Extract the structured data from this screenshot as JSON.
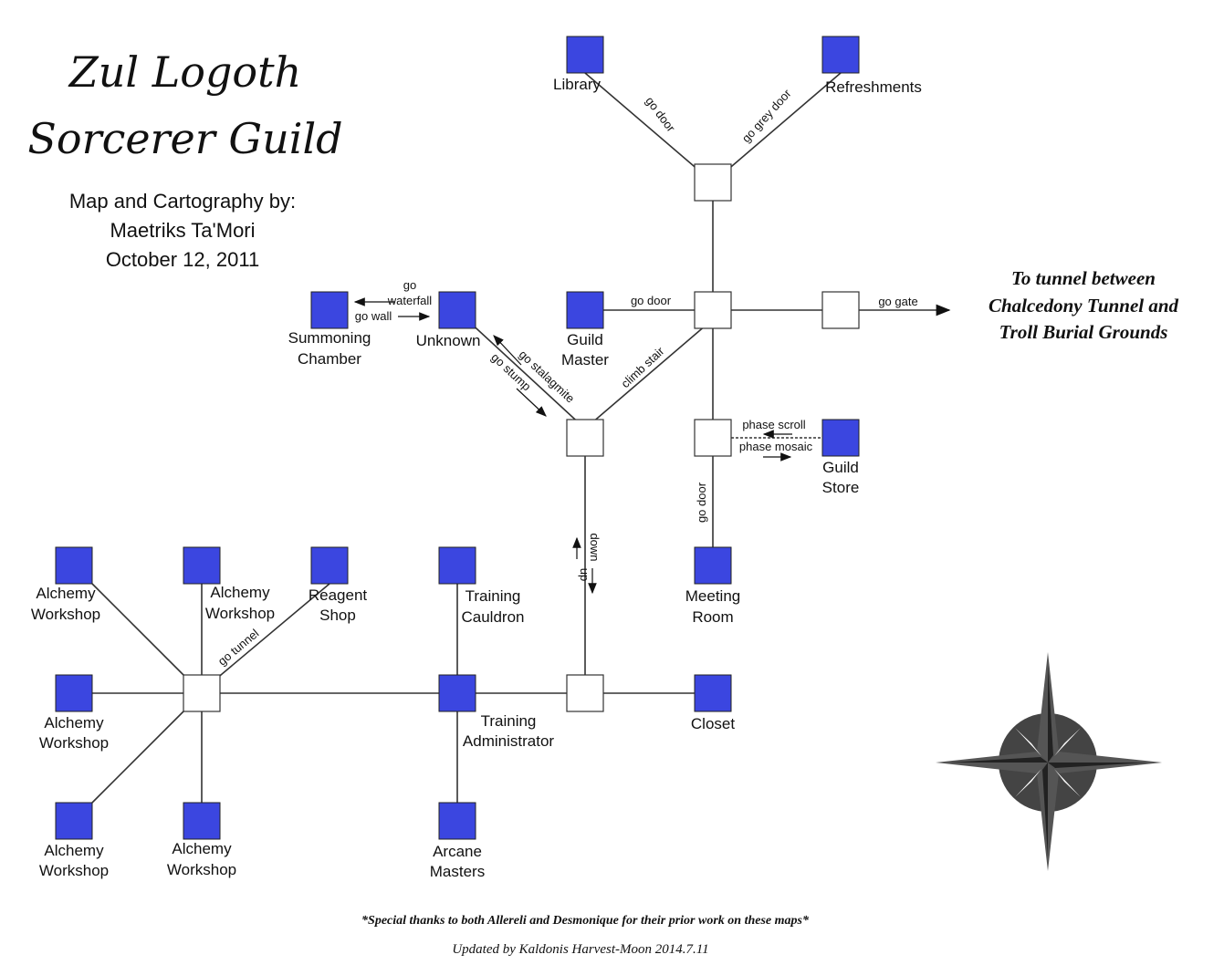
{
  "title": {
    "line1": "Zul Logoth",
    "line2": "Sorcerer Guild"
  },
  "credits": {
    "line1": "Map and Cartography by:",
    "line2": "Maetriks Ta'Mori",
    "line3": "October 12, 2011"
  },
  "destination": {
    "line1": "To tunnel between",
    "line2": "Chalcedony Tunnel and",
    "line3": "Troll Burial Grounds"
  },
  "footer": {
    "thanks": "*Special thanks to both Allereli and Desmonique for their prior work on these maps*",
    "updated": "Updated by Kaldonis Harvest-Moon 2014.7.11"
  },
  "rooms": {
    "library": "Library",
    "refreshments": "Refreshments",
    "summoning_1": "Summoning",
    "summoning_2": "Chamber",
    "unknown": "Unknown",
    "guild_master_1": "Guild",
    "guild_master_2": "Master",
    "guild_store_1": "Guild",
    "guild_store_2": "Store",
    "meeting_1": "Meeting",
    "meeting_2": "Room",
    "closet": "Closet",
    "alchemy": "Alchemy",
    "workshop": "Workshop",
    "reagent_1": "Reagent",
    "reagent_2": "Shop",
    "cauldron_1": "Training",
    "cauldron_2": "Cauldron",
    "admin_1": "Training",
    "admin_2": "Administrator",
    "arcane_1": "Arcane",
    "arcane_2": "Masters"
  },
  "edges": {
    "go_door": "go door",
    "go_grey_door": "go grey door",
    "go_gate": "go gate",
    "go": "go",
    "waterfall": "waterfall",
    "go_wall": "go wall",
    "go_stalagmite": "go stalagmite",
    "go_stump": "go stump",
    "climb_stair": "climb stair",
    "phase_scroll": "phase scroll",
    "phase_mosaic": "phase mosaic",
    "go_door_down": "go door",
    "down": "down",
    "up": "up",
    "go_tunnel": "go tunnel"
  },
  "colors": {
    "room": "#3b46e0",
    "compass": "#444444"
  },
  "icons": {
    "compass": "compass-rose-icon"
  }
}
